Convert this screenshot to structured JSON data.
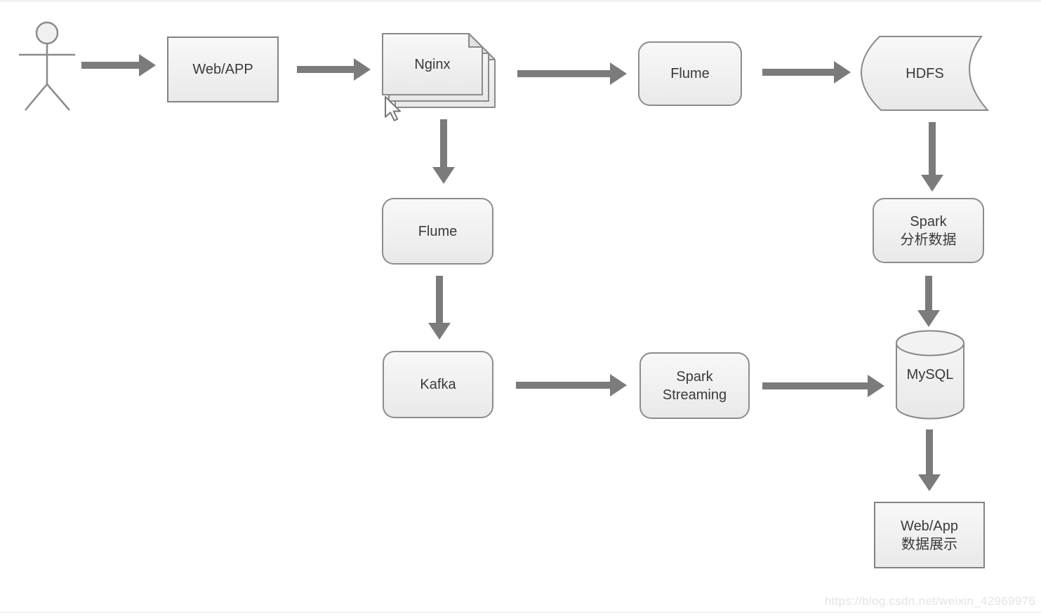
{
  "page": {
    "background": "#ffffff",
    "top_strip_color": "#f1f1f6",
    "watermark": "https://blog.csdn.net/weixin_42969976"
  },
  "colors": {
    "node_fill_top": "#f8f8f8",
    "node_fill_bottom": "#e9e9e9",
    "node_border": "#8c8c8c",
    "node_text": "#3a3a3a",
    "arrow": "#7b7b7b"
  },
  "icons": {
    "actor": "stick-figure-icon",
    "cursor": "mouse-pointer-icon"
  },
  "nodes": {
    "web_app": {
      "label": "Web/APP",
      "shape": "rectangle"
    },
    "nginx": {
      "label": "Nginx",
      "shape": "document-stack"
    },
    "flume_top": {
      "label": "Flume",
      "shape": "rounded-rectangle"
    },
    "hdfs": {
      "label": "HDFS",
      "shape": "stored-data"
    },
    "flume_mid": {
      "label": "Flume",
      "shape": "rounded-rectangle"
    },
    "kafka": {
      "label": "Kafka",
      "shape": "rounded-rectangle"
    },
    "spark_streaming": {
      "line1": "Spark",
      "line2": "Streaming",
      "shape": "rounded-rectangle"
    },
    "spark_analyze": {
      "line1": "Spark",
      "line2": "分析数据",
      "shape": "rounded-rectangle"
    },
    "mysql": {
      "label": "MySQL",
      "shape": "cylinder"
    },
    "web_app_display": {
      "line1": "Web/App",
      "line2": "数据展示",
      "shape": "rectangle"
    }
  },
  "edges": [
    {
      "from": "user",
      "to": "web_app"
    },
    {
      "from": "web_app",
      "to": "nginx"
    },
    {
      "from": "nginx",
      "to": "flume_top"
    },
    {
      "from": "flume_top",
      "to": "hdfs"
    },
    {
      "from": "hdfs",
      "to": "spark_analyze"
    },
    {
      "from": "nginx",
      "to": "flume_mid"
    },
    {
      "from": "flume_mid",
      "to": "kafka"
    },
    {
      "from": "kafka",
      "to": "spark_streaming"
    },
    {
      "from": "spark_streaming",
      "to": "mysql"
    },
    {
      "from": "spark_analyze",
      "to": "mysql"
    },
    {
      "from": "mysql",
      "to": "web_app_display"
    }
  ]
}
